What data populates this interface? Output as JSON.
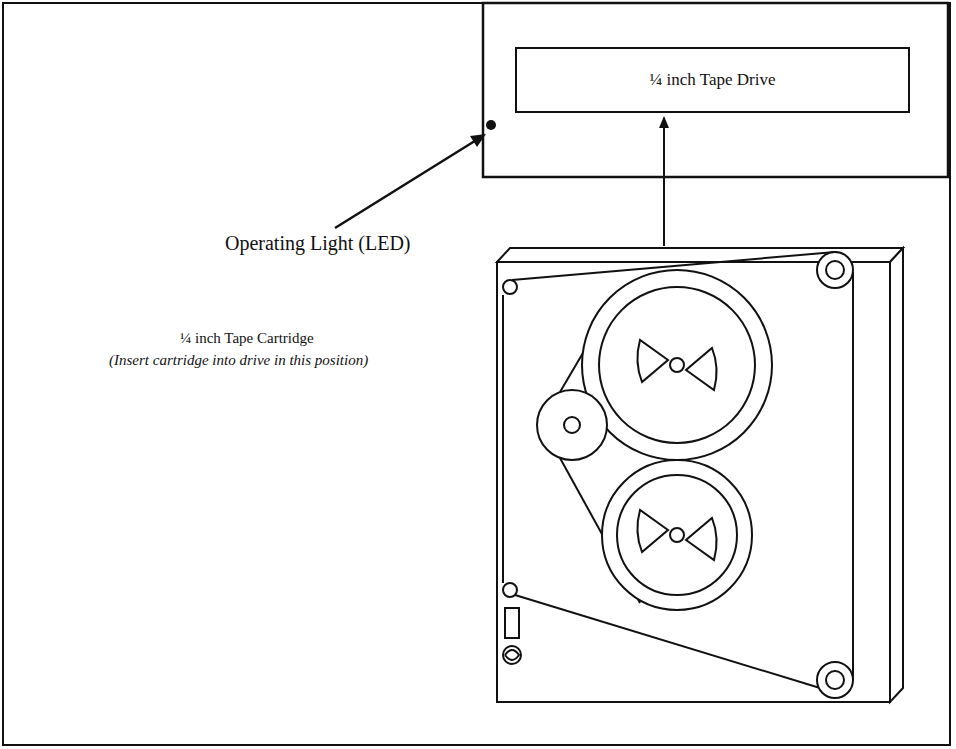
{
  "diagram": {
    "nodes": [
      {
        "text": [
          "¼ inch Tape Drive"
        ]
      }
    ],
    "labels": [
      "Operating Light (LED)",
      "¼ inch Tape Cartridge",
      "(Insert cartridge into drive in this position)"
    ]
  }
}
